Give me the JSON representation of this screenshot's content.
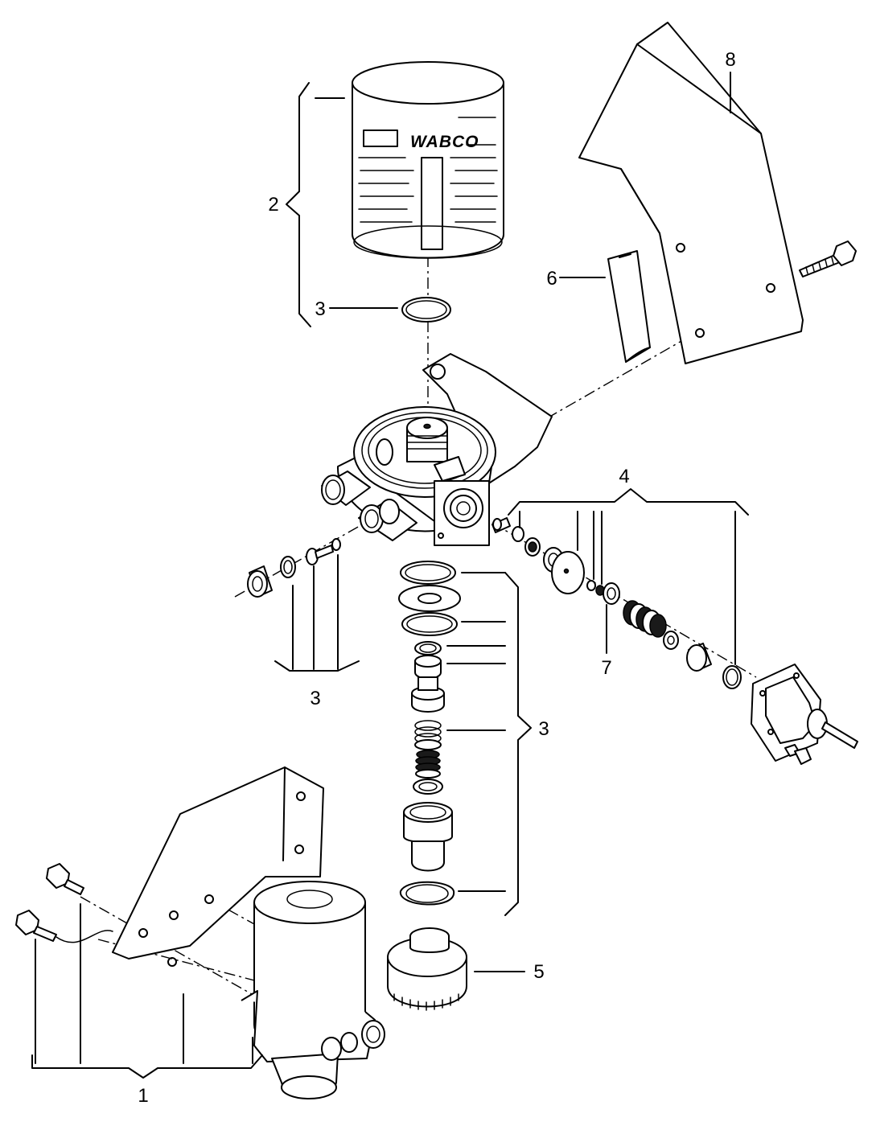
{
  "brand_text": "WABCO",
  "labels": {
    "item_1": "1",
    "item_2": "2",
    "item_3_top": "3",
    "item_3_left": "3",
    "item_3_center": "3",
    "item_4": "4",
    "item_5": "5",
    "item_6": "6",
    "item_7": "7",
    "item_8": "8"
  },
  "colors": {
    "line": "#000000",
    "background": "#ffffff"
  }
}
